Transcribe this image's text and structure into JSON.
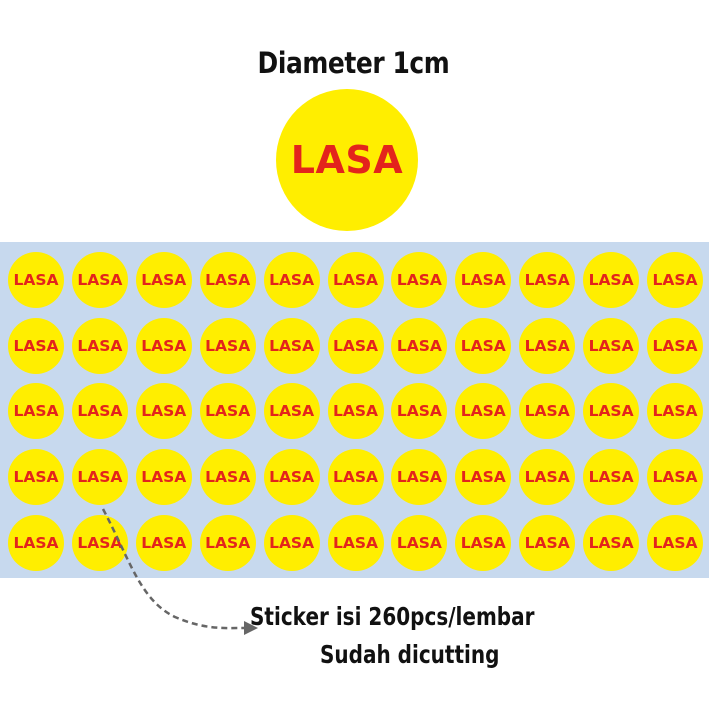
{
  "title": "Diameter 1cm",
  "sample_sticker": {
    "label": "LASA"
  },
  "sheet": {
    "rows": 5,
    "cols": 11,
    "sticker_label": "LASA"
  },
  "notes": {
    "line1": "Sticker isi 260pcs/lembar",
    "line2": "Sudah dicutting"
  },
  "colors": {
    "sticker_fill": "#ffee00",
    "sticker_text": "#e3241c",
    "sheet_bg": "#c7d9ee",
    "arrow": "#666666"
  }
}
